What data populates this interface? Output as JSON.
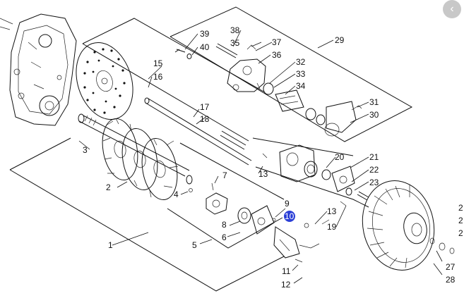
{
  "nav": {
    "next_label": "‹",
    "icon": "chevron-left-icon"
  },
  "callouts": {
    "c1": "1",
    "c2": "2",
    "c3": "3",
    "c4": "4",
    "c5": "5",
    "c6": "6",
    "c7": "7",
    "c8": "8",
    "c9": "9",
    "c10": "10",
    "c11": "11",
    "c12": "12",
    "c13a": "13",
    "c13b": "13",
    "c15": "15",
    "c16": "16",
    "c17": "17",
    "c18": "18",
    "c19": "19",
    "c20": "20",
    "c21": "21",
    "c22": "22",
    "c23": "23",
    "c24": "2",
    "c25": "2",
    "c26": "2",
    "c27": "27",
    "c28": "28",
    "c29": "29",
    "c30": "30",
    "c31": "31",
    "c32": "32",
    "c33": "33",
    "c34": "34",
    "c35": "35",
    "c36": "36",
    "c37": "37",
    "c38": "38",
    "c39": "39",
    "c40": "40"
  },
  "highlight_color": "#2b3fd6"
}
